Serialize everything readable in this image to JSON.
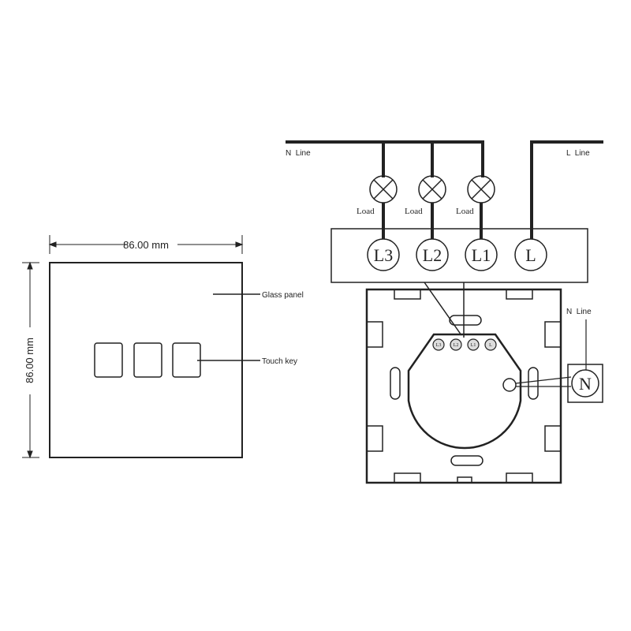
{
  "left_panel": {
    "width_label": "86.00 mm",
    "height_label": "86.00 mm",
    "glass_panel_label": "Glass panel",
    "touch_key_label": "Touch key",
    "touch_key_count": 3
  },
  "wiring": {
    "n_line_label": "N  Line",
    "l_line_label": "L  Line",
    "load_labels": [
      "Load",
      "Load",
      "Load"
    ],
    "terminals": [
      "L3",
      "L2",
      "L1",
      "L"
    ],
    "module_terminals": [
      "L3",
      "L2",
      "L1",
      "L"
    ],
    "neutral_label": "N  Line",
    "neutral_terminal": "N"
  }
}
